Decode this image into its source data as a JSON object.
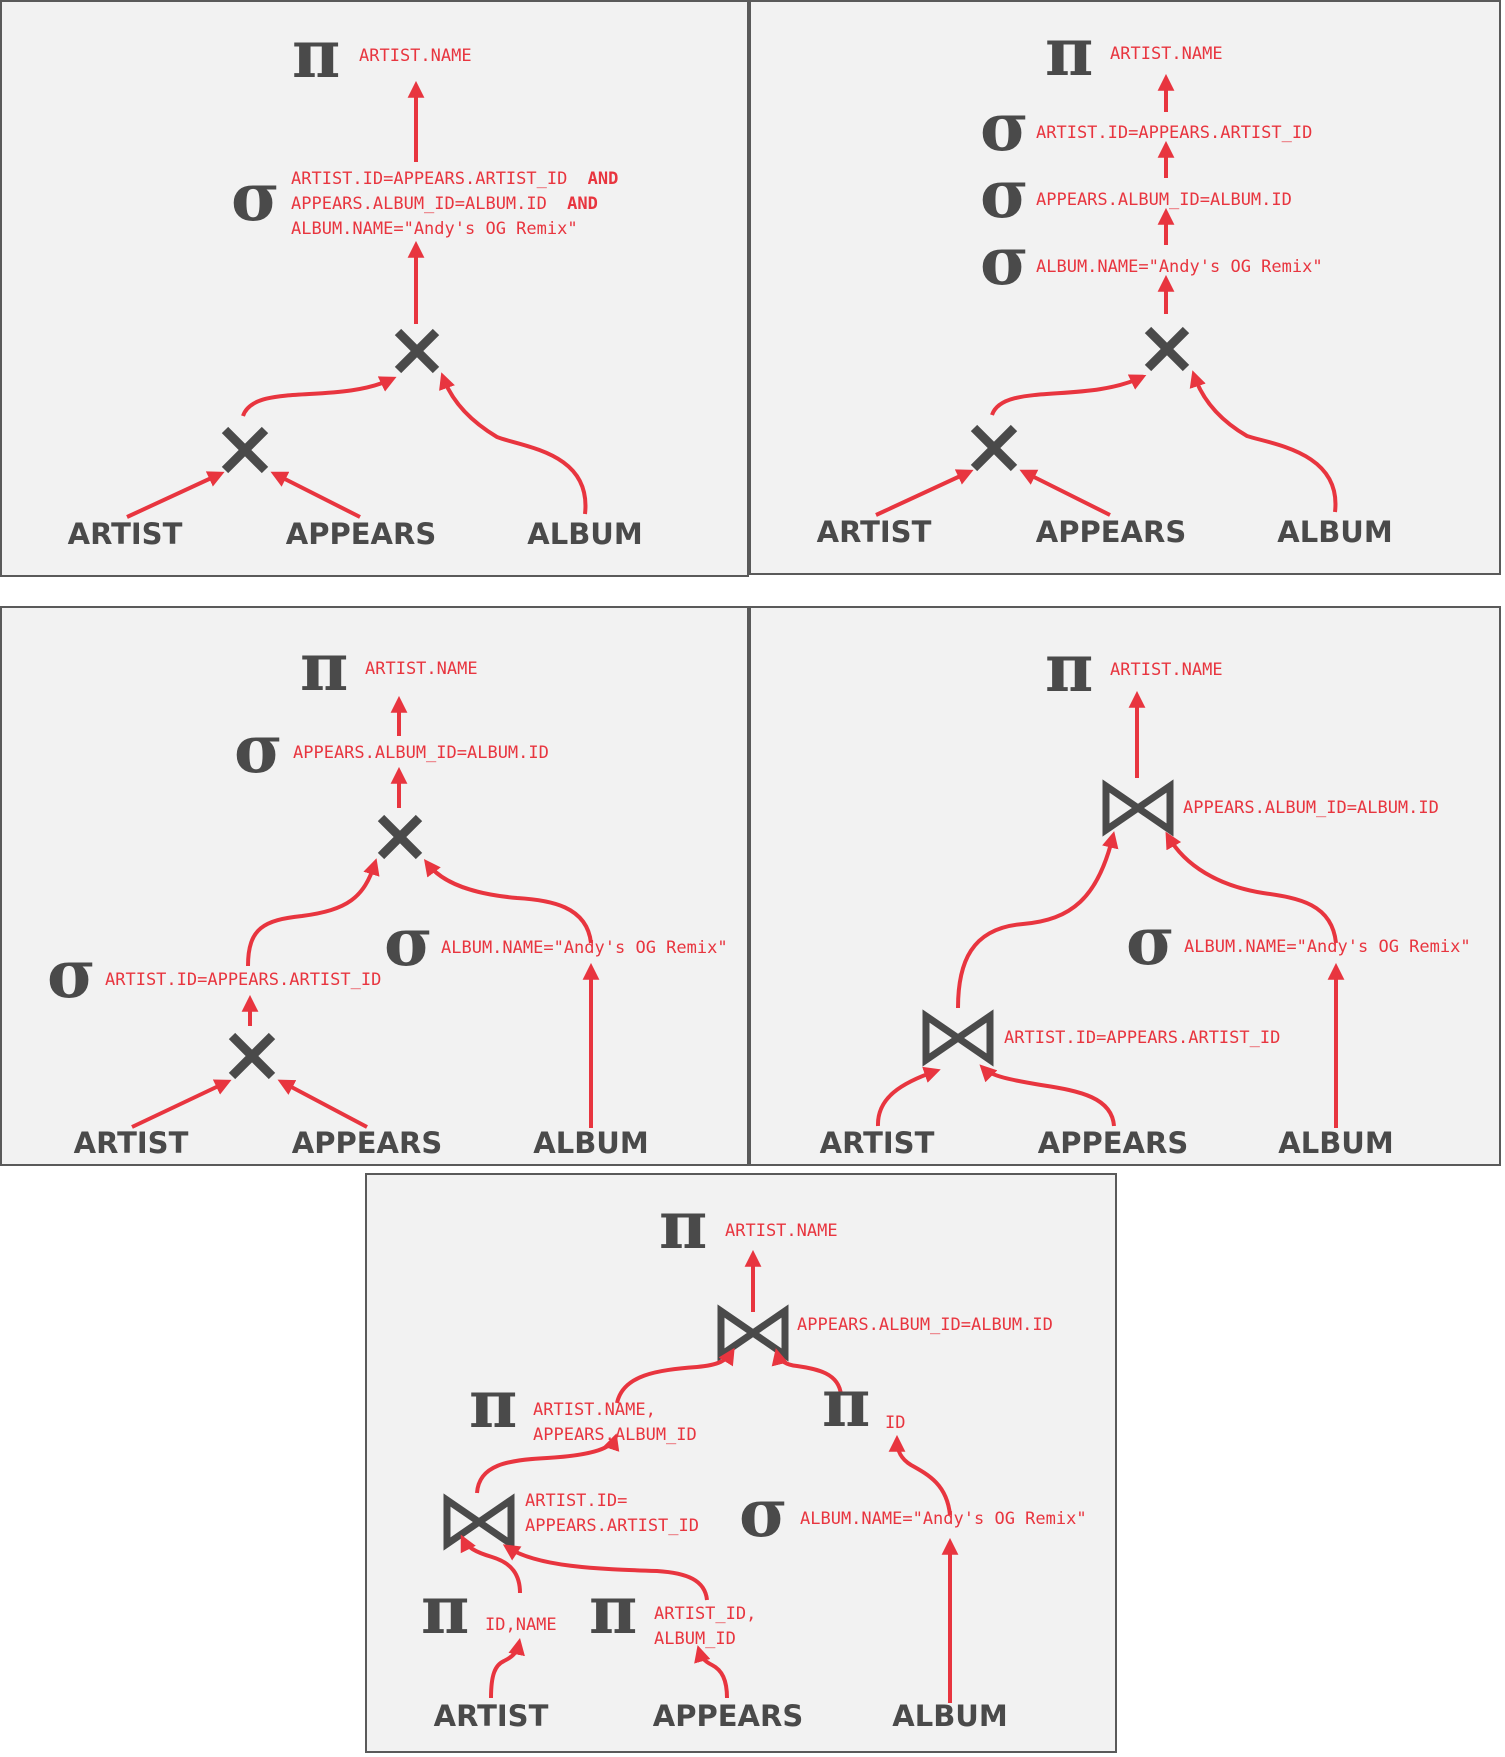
{
  "colors": {
    "edge": "#e8353f",
    "operator": "#4a4a4a",
    "panel_bg": "#f2f2f2",
    "panel_border": "#5a5a5a"
  },
  "symbols": {
    "projection": "π",
    "selection": "σ"
  },
  "relations": {
    "artist": "ARTIST",
    "appears": "APPEARS",
    "album": "ALBUM"
  },
  "plans": {
    "p1": {
      "projection": "ARTIST.NAME",
      "selection": [
        "ARTIST.ID=APPEARS.ARTIST_ID",
        "AND",
        "APPEARS.ALBUM_ID=ALBUM.ID",
        "AND",
        "ALBUM.NAME=\"Andy's OG Remix\""
      ]
    },
    "p2": {
      "projection": "ARTIST.NAME",
      "selections": [
        "ARTIST.ID=APPEARS.ARTIST_ID",
        "APPEARS.ALBUM_ID=ALBUM.ID",
        "ALBUM.NAME=\"Andy's OG Remix\""
      ]
    },
    "p3": {
      "projection": "ARTIST.NAME",
      "selection_top": "APPEARS.ALBUM_ID=ALBUM.ID",
      "selection_album": "ALBUM.NAME=\"Andy's OG Remix\"",
      "selection_join": "ARTIST.ID=APPEARS.ARTIST_ID"
    },
    "p4": {
      "projection": "ARTIST.NAME",
      "join_top": "APPEARS.ALBUM_ID=ALBUM.ID",
      "selection_album": "ALBUM.NAME=\"Andy's OG Remix\"",
      "join_bottom": "ARTIST.ID=APPEARS.ARTIST_ID"
    },
    "p5": {
      "projection": "ARTIST.NAME",
      "join_top": "APPEARS.ALBUM_ID=ALBUM.ID",
      "proj_left": [
        "ARTIST.NAME,",
        "APPEARS.ALBUM_ID"
      ],
      "proj_right": "ID",
      "join_bottom": [
        "ARTIST.ID=",
        "APPEARS.ARTIST_ID"
      ],
      "selection_album": "ALBUM.NAME=\"Andy's OG Remix\"",
      "proj_artist": "ID,NAME",
      "proj_appears": [
        "ARTIST_ID,",
        "ALBUM_ID"
      ]
    }
  }
}
